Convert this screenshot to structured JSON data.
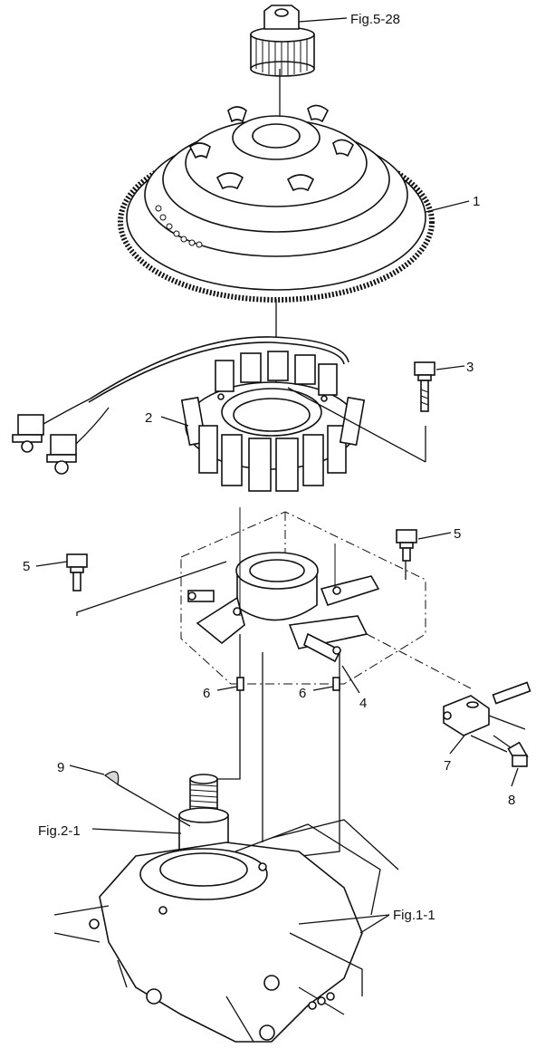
{
  "labels": {
    "fig_5_28": "Fig.5-28",
    "part_1": "1",
    "part_2": "2",
    "part_3": "3",
    "part_4": "4",
    "part_5a": "5",
    "part_5b": "5",
    "part_6a": "6",
    "part_6b": "6",
    "part_7": "7",
    "part_8": "8",
    "part_9": "9",
    "fig_2_1": "Fig.2-1",
    "fig_1_1": "Fig.1-1"
  }
}
